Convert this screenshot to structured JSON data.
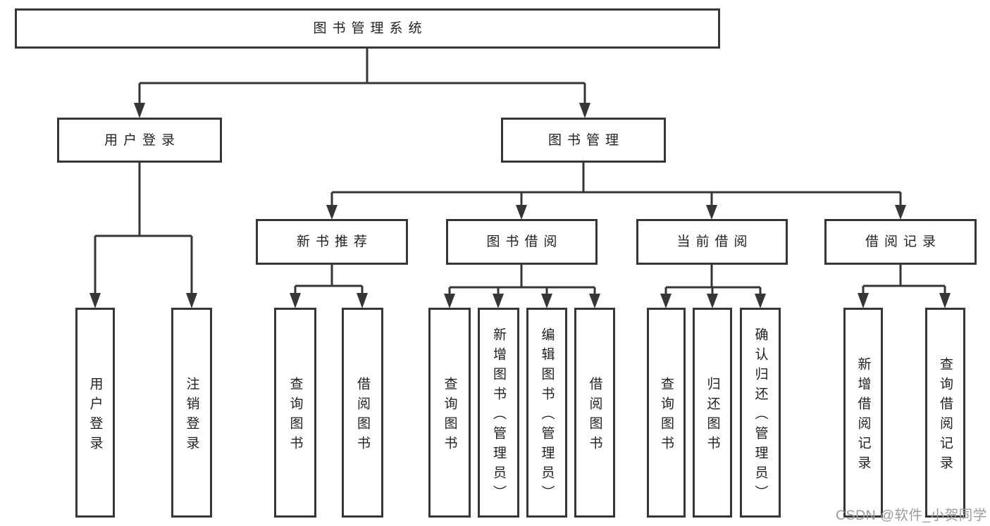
{
  "page": {
    "background_color": "#ffffff",
    "line_color": "#363636",
    "text_color": "#222222"
  },
  "watermark": {
    "text": "CSDN @软件_小贺同学",
    "color": "#9b9b9b"
  },
  "tree": {
    "root": {
      "label": "图书管理系统"
    },
    "children": [
      {
        "label": "用户登录",
        "children": [
          {
            "label": "用户登录"
          },
          {
            "label": "注销登录"
          }
        ]
      },
      {
        "label": "图书管理",
        "children": [
          {
            "label": "新书推荐",
            "children": [
              {
                "label": "查询图书"
              },
              {
                "label": "借阅图书"
              }
            ]
          },
          {
            "label": "图书借阅",
            "children": [
              {
                "label": "查询图书"
              },
              {
                "label": "新增图书（管理员）"
              },
              {
                "label": "编辑图书（管理员）"
              },
              {
                "label": "借阅图书"
              }
            ]
          },
          {
            "label": "当前借阅",
            "children": [
              {
                "label": "查询图书"
              },
              {
                "label": "归还图书"
              },
              {
                "label": "确认归还（管理员）"
              }
            ]
          },
          {
            "label": "借阅记录",
            "children": [
              {
                "label": "新增借阅记录"
              },
              {
                "label": "查询借阅记录"
              }
            ]
          }
        ]
      }
    ]
  }
}
